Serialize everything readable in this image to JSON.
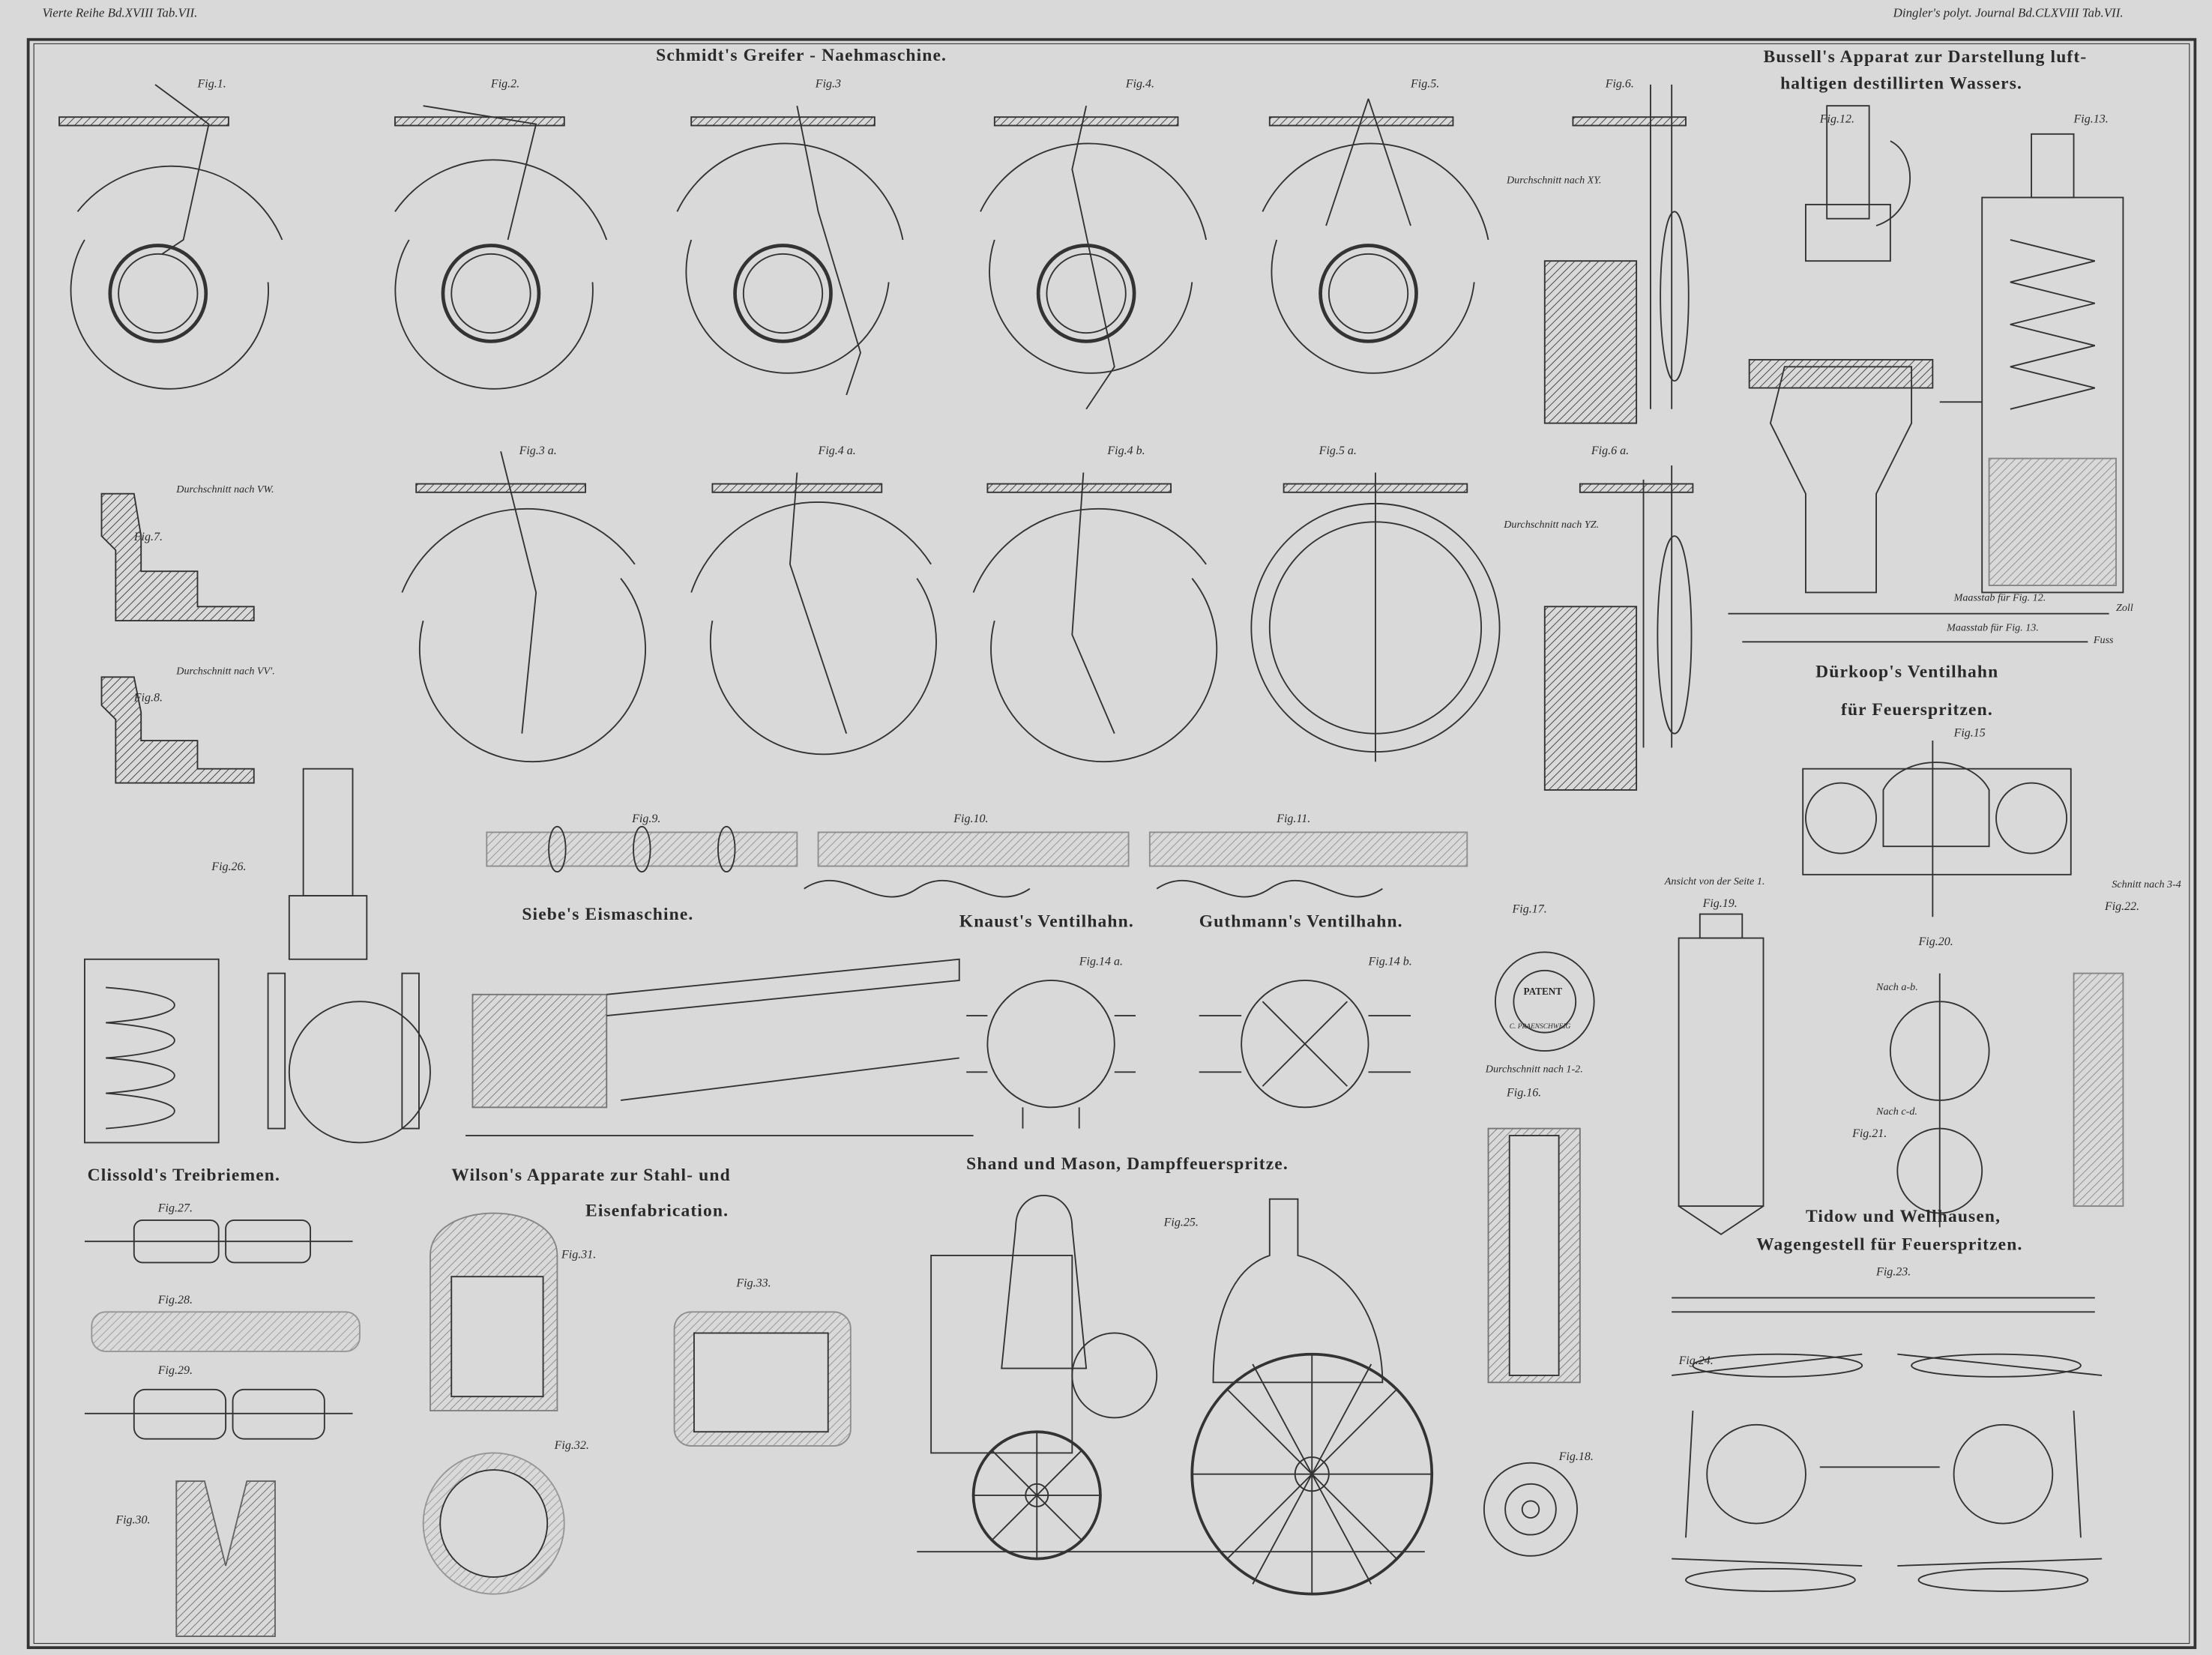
{
  "header": {
    "left": "Vierte Reihe Bd.XVIII Tab.VII.",
    "right": "Dingler's polyt. Journal Bd.CLXVIII Tab.VII."
  },
  "titles": {
    "schmidt": "Schmidt's Greifer - Naehmaschine.",
    "bussell_1": "Bussell's Apparat zur Darstellung luft-",
    "bussell_2": "haltigen destillirten Wassers.",
    "duerkoop_1": "Dürkoop's Ventilhahn",
    "duerkoop_2": "für Feuerspritzen.",
    "siebe": "Siebe's Eismaschine.",
    "knaust": "Knaust's Ventilhahn.",
    "guthmann": "Guthmann's Ventilhahn.",
    "clissold": "Clissold's Treibriemen.",
    "wilson_1": "Wilson's Apparate zur Stahl- und",
    "wilson_2": "Eisenfabrication.",
    "shand": "Shand und Mason, Dampffeuerspritze.",
    "tidow_1": "Tidow und Wellhausen,",
    "tidow_2": "Wagengestell für Feuerspritzen."
  },
  "captions": {
    "vw": "Durchschnitt nach VW.",
    "vv": "Durchschnitt nach VV'.",
    "xy": "Durchschnitt nach XY.",
    "yz": "Durchschnitt nach YZ.",
    "scale12": "Maasstab für Fig. 12.",
    "scale13": "Maasstab für Fig. 13.",
    "zoll": "Zoll",
    "fuss": "Fuss",
    "side": "Ansicht von der Seite 1.",
    "sec12": "Durchschnitt nach 1-2.",
    "sec34": "Schnitt nach 3-4",
    "ab": "Nach a-b.",
    "cd": "Nach c-d.",
    "patent": "PATENT",
    "ring": "C. PRAENSCHWEIG"
  },
  "figures": {
    "f1": "Fig.1.",
    "f2": "Fig.2.",
    "f3": "Fig.3",
    "f4": "Fig.4.",
    "f5": "Fig.5.",
    "f6": "Fig.6.",
    "f12": "Fig.12.",
    "f13": "Fig.13.",
    "f3a": "Fig.3 a.",
    "f4a": "Fig.4 a.",
    "f4b": "Fig.4 b.",
    "f5a": "Fig.5 a.",
    "f6a": "Fig.6 a.",
    "f7": "Fig.7.",
    "f8": "Fig.8.",
    "f9": "Fig.9.",
    "f10": "Fig.10.",
    "f11": "Fig.11.",
    "f15": "Fig.15",
    "f26": "Fig.26.",
    "f14a": "Fig.14 a.",
    "f14b": "Fig.14 b.",
    "f17": "Fig.17.",
    "f19": "Fig.19.",
    "f20": "Fig.20.",
    "f22": "Fig.22.",
    "f16": "Fig.16.",
    "f21": "Fig.21.",
    "f27": "Fig.27.",
    "f28": "Fig.28.",
    "f29": "Fig.29.",
    "f30": "Fig.30.",
    "f31": "Fig.31.",
    "f33": "Fig.33.",
    "f32": "Fig.32.",
    "f25": "Fig.25.",
    "f23": "Fig.23.",
    "f24": "Fig.24.",
    "f18": "Fig.18."
  }
}
